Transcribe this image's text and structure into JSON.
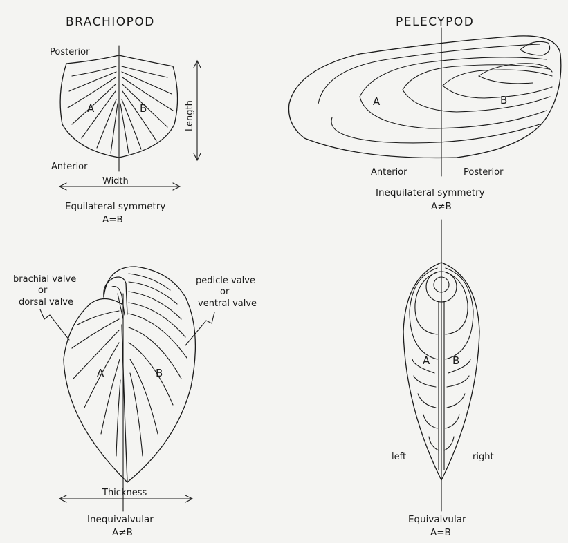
{
  "brachiopod": {
    "title": "BRACHIOPOD",
    "top": {
      "posterior": "Posterior",
      "anterior": "Anterior",
      "length": "Length",
      "width": "Width",
      "side_a": "A",
      "side_b": "B",
      "caption": "Equilateral symmetry",
      "relation": "A=B"
    },
    "bottom": {
      "brachial_line1": "brachial valve",
      "brachial_line2": "or",
      "brachial_line3": "dorsal valve",
      "pedicle_line1": "pedicle valve",
      "pedicle_line2": "or",
      "pedicle_line3": "ventral valve",
      "side_a": "A",
      "side_b": "B",
      "thickness": "Thickness",
      "caption": "Inequivalvular",
      "relation": "A≠B"
    }
  },
  "pelecypod": {
    "title": "PELECYPOD",
    "top": {
      "side_a": "A",
      "side_b": "B",
      "anterior": "Anterior",
      "posterior": "Posterior",
      "caption": "Inequilateral symmetry",
      "relation": "A≠B"
    },
    "bottom": {
      "side_a": "A",
      "side_b": "B",
      "left": "left",
      "right": "right",
      "caption": "Equivalvular",
      "relation": "A=B"
    }
  }
}
